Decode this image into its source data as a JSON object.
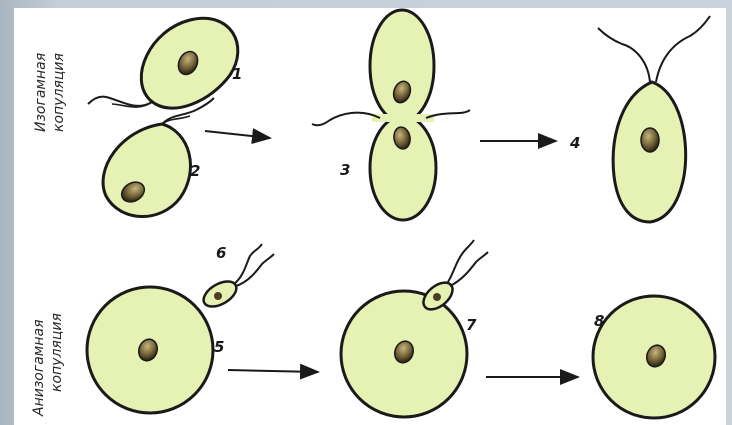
{
  "labels": {
    "isogamy_line1": "Изогамная",
    "isogamy_line2": "копуляция",
    "anisogamy_line1": "Анизогамная",
    "anisogamy_line2": "копуляция"
  },
  "numbers": {
    "n1": "1",
    "n2": "2",
    "n3": "3",
    "n4": "4",
    "n5": "5",
    "n6": "6",
    "n7": "7",
    "n8": "8"
  },
  "colors": {
    "cell_fill": "#e6f2b4",
    "cell_stroke": "#1a1a1a",
    "nucleus": "#7a6a3c"
  }
}
